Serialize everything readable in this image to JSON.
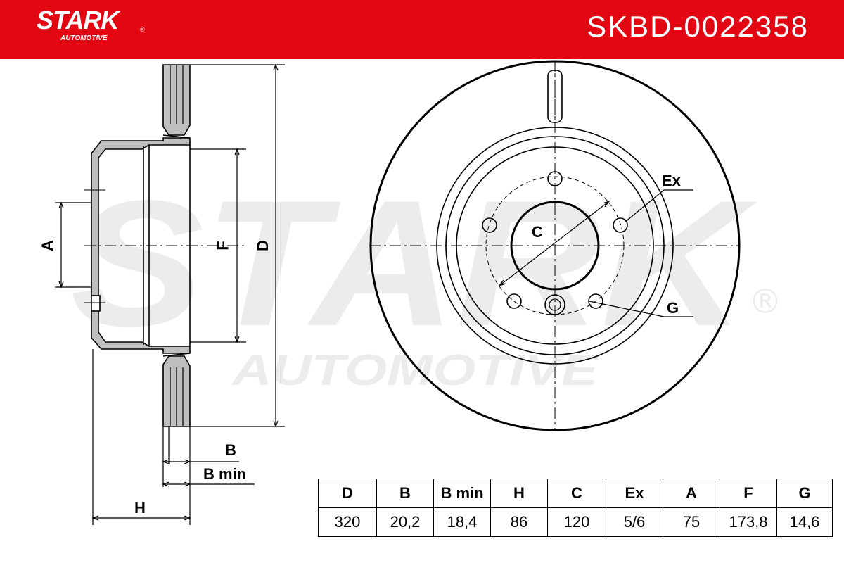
{
  "header": {
    "brand": "STARK",
    "brand_sub": "AUTOMOTIVE",
    "registered": "®",
    "part_number": "SKBD-0022358",
    "color": "#e30613"
  },
  "watermark": {
    "text": "STARK",
    "sub": "AUTOMOTIVE",
    "registered": "®"
  },
  "side_view": {
    "labels": {
      "A": "A",
      "F": "F",
      "D": "D",
      "B": "B",
      "B_min": "B min",
      "H": "H"
    }
  },
  "front_view": {
    "labels": {
      "C": "C",
      "Ex": "Ex",
      "G": "G"
    }
  },
  "specs": {
    "headers": [
      "D",
      "B",
      "B min",
      "H",
      "C",
      "Ex",
      "A",
      "F",
      "G"
    ],
    "values": [
      "320",
      "20,2",
      "18,4",
      "86",
      "120",
      "5/6",
      "75",
      "173,8",
      "14,6"
    ]
  }
}
